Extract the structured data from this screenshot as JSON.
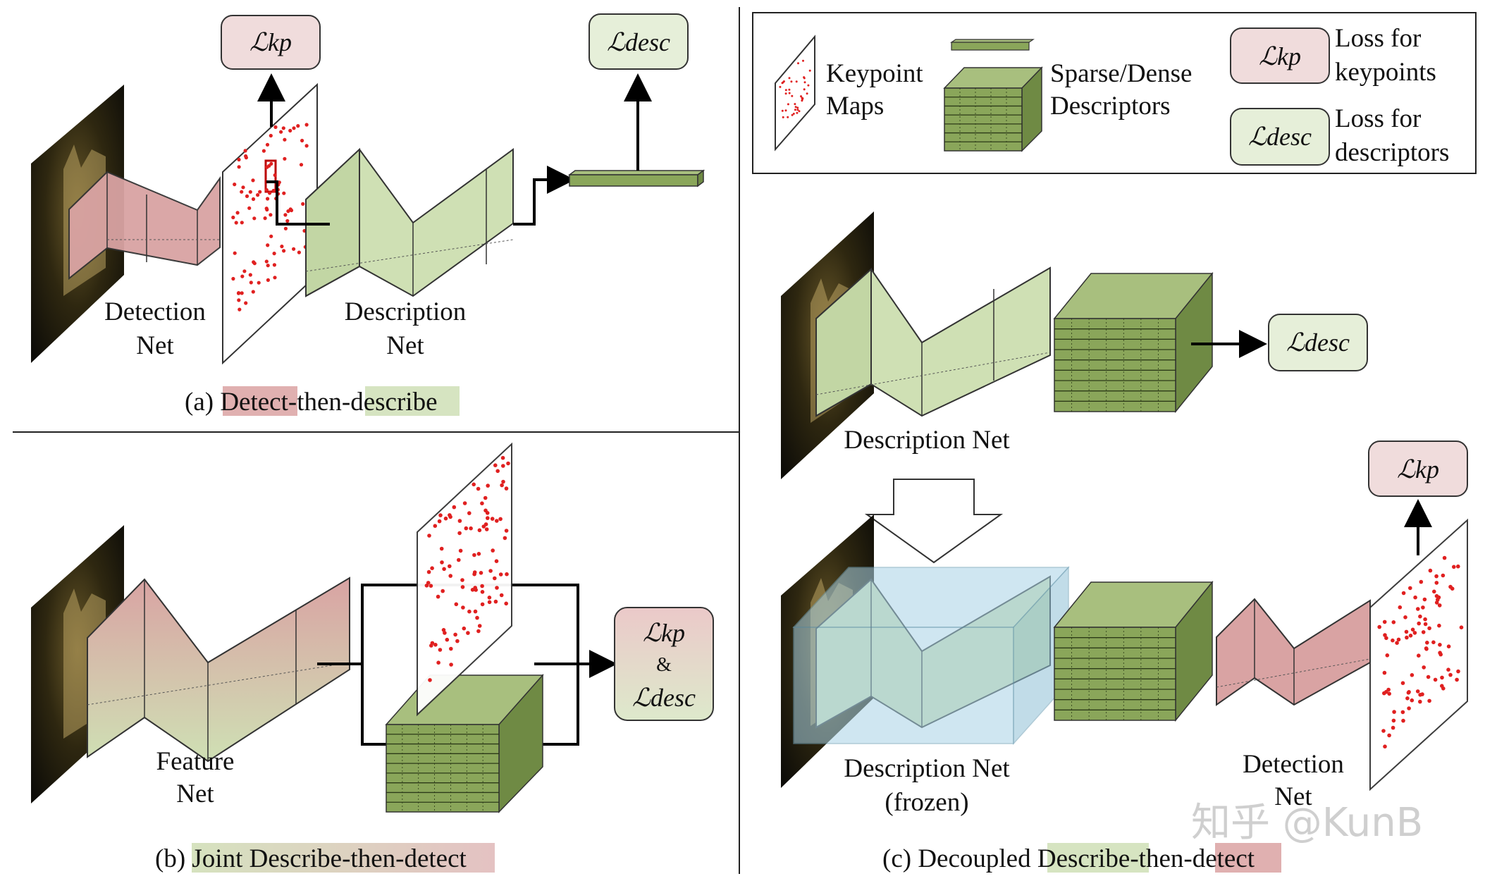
{
  "colors": {
    "detect_red": "#d9a3a3",
    "describe_green": "#cfe0b4",
    "loss_kp_bg": "#f0dcdc",
    "loss_desc_bg": "#e6efd9",
    "descriptor_green": "#8aa65a",
    "frozen_blue": "#a9d3e6",
    "keypoint_red": "#e02020"
  },
  "legend": {
    "keypoint_label_1": "Keypoint",
    "keypoint_label_2": "Maps",
    "descriptor_label_1": "Sparse/Dense",
    "descriptor_label_2": "Descriptors",
    "loss_kp_symbol": "ℒkp",
    "loss_kp_label_1": "Loss for",
    "loss_kp_label_2": "keypoints",
    "loss_desc_symbol": "ℒdesc",
    "loss_desc_label_1": "Loss for",
    "loss_desc_label_2": "descriptors"
  },
  "panel_a": {
    "detection_label_1": "Detection",
    "detection_label_2": "Net",
    "description_label_1": "Description",
    "description_label_2": "Net",
    "loss_kp": "ℒkp",
    "loss_desc": "ℒdesc",
    "caption_prefix": "(a) ",
    "caption_part1": "Detect",
    "caption_part2": "-then-",
    "caption_part3": "describe"
  },
  "panel_b": {
    "feature_label_1": "Feature",
    "feature_label_2": "Net",
    "loss_kp": "ℒkp",
    "loss_amp": "&",
    "loss_desc": "ℒdesc",
    "caption_prefix": "(b) ",
    "caption_highlight": "Joint Describe-then-detect"
  },
  "panel_c": {
    "description_label": "Description Net",
    "loss_desc": "ℒdesc",
    "frozen_label_1": "Description Net",
    "frozen_label_2": "(frozen)",
    "detection_label_1": "Detection",
    "detection_label_2": "Net",
    "loss_kp": "ℒkp",
    "caption_prefix": "(c) Decoupled ",
    "caption_part1": "Describe",
    "caption_part2": "-then-",
    "caption_part3": "detect"
  },
  "watermark": "知乎 @KunB"
}
